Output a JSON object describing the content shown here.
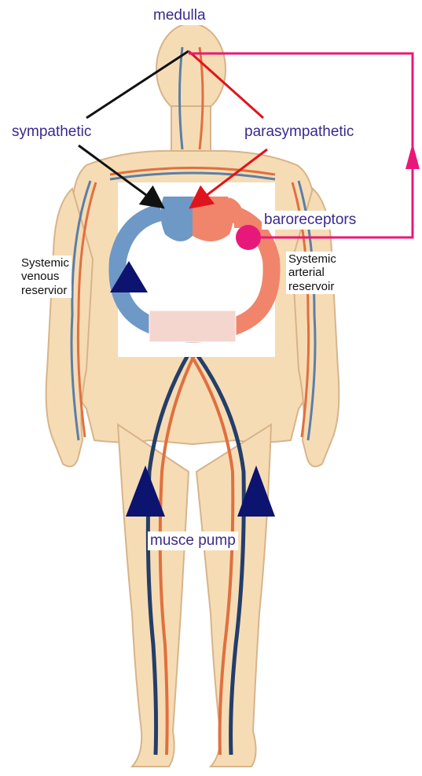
{
  "labels": {
    "medulla": "medulla",
    "sympathetic": "sympathetic",
    "parasympathetic": "parasympathetic",
    "baroreceptors": "baroreceptors",
    "systemic_venous": "Systemic\nvenous\nreservior",
    "systemic_arterial": "Systemic\narterial\nreservoir",
    "muscle_pump": "musce pump"
  },
  "colors": {
    "skin": "#f6dcb5",
    "skin_outline": "#d7b48a",
    "vein": "#5b7fa6",
    "artery": "#e0703f",
    "venous_blood": "#6e98c6",
    "arterial_blood": "#f0856b",
    "sympathetic_arrow": "#111111",
    "parasympathetic_arrow": "#e0141c",
    "baroreflex_loop": "#e8187a",
    "pump_marker": "#0c1470",
    "label_text": "#3a2a8c"
  }
}
